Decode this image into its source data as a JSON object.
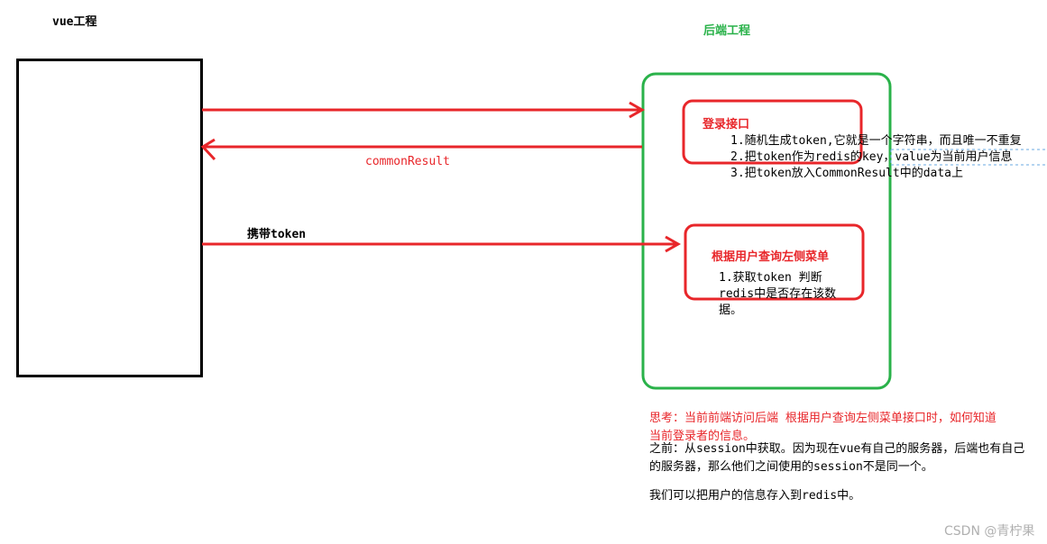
{
  "colors": {
    "arrow": "#e8262a",
    "frontend_box": "#000000",
    "backend_box": "#2ab24a",
    "interface_box": "#e8262a",
    "dashed": "#6aaae0"
  },
  "frontend": {
    "title": "vue工程"
  },
  "backend": {
    "title": "后端工程"
  },
  "arrows": {
    "return_label": "commonResult",
    "carry_label": "携带token"
  },
  "login_interface": {
    "title": "登录接口",
    "steps": [
      "1.随机生成token,它就是一个字符串，而且唯一不重复",
      "2.把token作为redis的key，value为当前用户信息",
      "3.把token放入CommonResult中的data上"
    ]
  },
  "menu_interface": {
    "title": "根据用户查询左侧菜单",
    "lines": [
      "1.获取token 判断",
      "redis中是否存在该数",
      "据。"
    ]
  },
  "notes": {
    "think_lines": [
      "思考：当前前端访问后端  根据用户查询左侧菜单接口时，如何知道",
      "当前登录者的信息。"
    ],
    "before_lines": [
      "之前：从session中获取。因为现在vue有自己的服务器，后端也有自己",
      "的服务器，那么他们之间使用的session不是同一个。"
    ],
    "conclusion": "我们可以把用户的信息存入到redis中。"
  },
  "watermark": "CSDN @青柠果"
}
